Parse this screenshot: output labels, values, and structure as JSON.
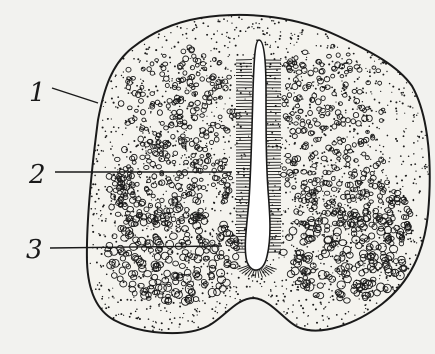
{
  "diagram": {
    "callouts": [
      {
        "label": "1"
      },
      {
        "label": "2"
      },
      {
        "label": "3"
      }
    ]
  },
  "colors": {
    "background": "#f2f2ef",
    "ink": "#1a1a1a",
    "tissue": "#f4f3ee",
    "canal": "#ffffff"
  }
}
